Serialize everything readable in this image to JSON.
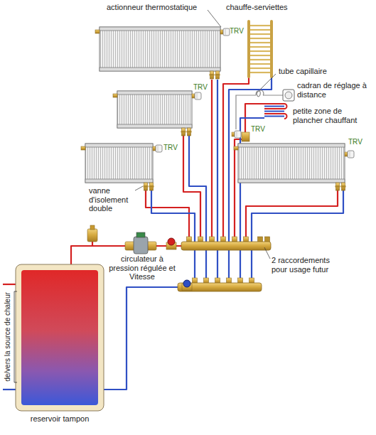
{
  "diagram": {
    "labels": [
      "actionneur thermostatique",
      "chauffe-serviettes",
      "TRV",
      "tube capillaire",
      "cadran de réglage à distance",
      "TRV",
      "petite zone de plancher chauffant",
      "TRV",
      "TRV",
      "TRV",
      "vanne d'isolement double",
      "circulateur à pression régulée et Vitesse",
      "2 raccordements pour usage futur",
      "de/vers la source de chaleur",
      "reservoir tampon"
    ]
  }
}
